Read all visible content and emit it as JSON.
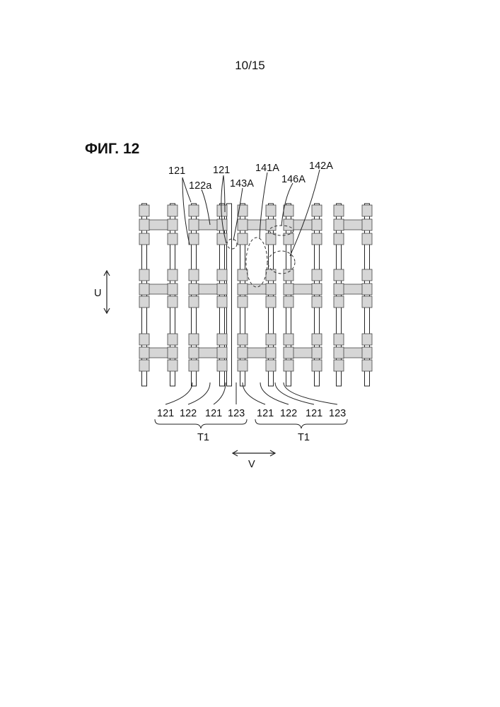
{
  "page": {
    "number": "10/15"
  },
  "figure": {
    "title": "ФИГ. 12"
  },
  "labels": {
    "l121_a": "121",
    "l122a": "122a",
    "l121_b": "121",
    "l143A": "143A",
    "l141A": "141A",
    "l146A": "146A",
    "l142A": "142A",
    "axis_u": "U",
    "axis_v": "V"
  },
  "bottom_labels": [
    "121",
    "122",
    "121",
    "123",
    "121",
    "122",
    "121",
    "123"
  ],
  "groups": [
    "T1",
    "T1"
  ],
  "colors": {
    "pad_fill": "#d6d6d6",
    "line": "#222222"
  }
}
